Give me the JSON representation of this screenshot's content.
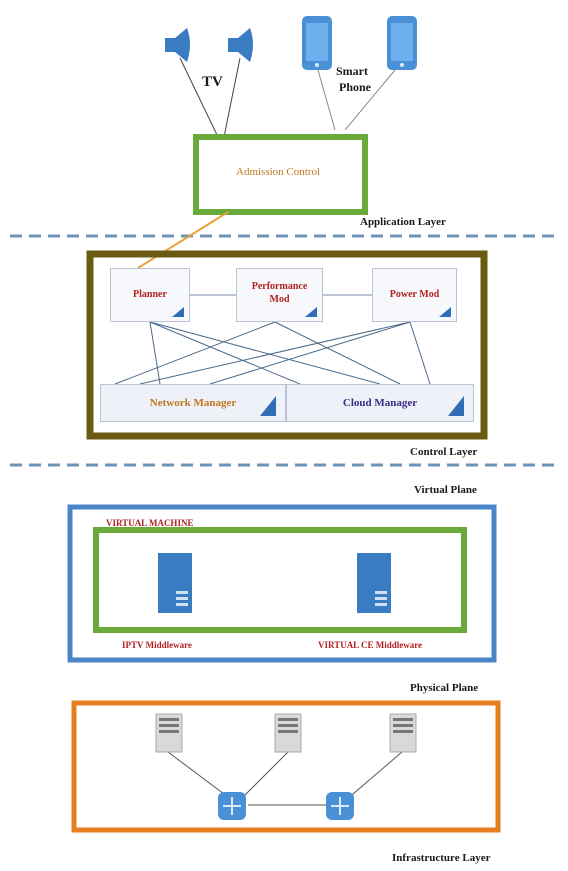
{
  "application_layer": {
    "devices": {
      "tv": "TV",
      "smart_phone_line1": "Smart",
      "smart_phone_line2": "Phone"
    },
    "controller": "Admission Control",
    "layer_label": "Application Layer"
  },
  "control_layer": {
    "modules": {
      "planner": "Planner",
      "performance_line1": "Performance",
      "performance_line2": "Mod",
      "power": "Power Mod"
    },
    "managers": {
      "network": "Network Manager",
      "cloud": "Cloud Manager"
    },
    "layer_label": "Control Layer"
  },
  "virtual_plane": {
    "label": "Virtual Plane",
    "vm_label": "VIRTUAL MACHINE",
    "middleware_left": "IPTV Middleware",
    "middleware_right": "VIRTUAL CE Middleware"
  },
  "physical_plane": {
    "label": "Physical Plane",
    "layer_label": "Infrastructure Layer"
  },
  "colors": {
    "application_box": "#6aaa3a",
    "control_box": "#6b5a12",
    "virtual_box": "#4a86c8",
    "vm_box": "#6aaa3a",
    "physical_box": "#e67e22",
    "divider": "#6f93b5",
    "device": "#3a7cc2"
  },
  "icons": [
    "speaker-icon",
    "smartphone-icon",
    "server-icon",
    "router-icon",
    "pen-icon"
  ]
}
